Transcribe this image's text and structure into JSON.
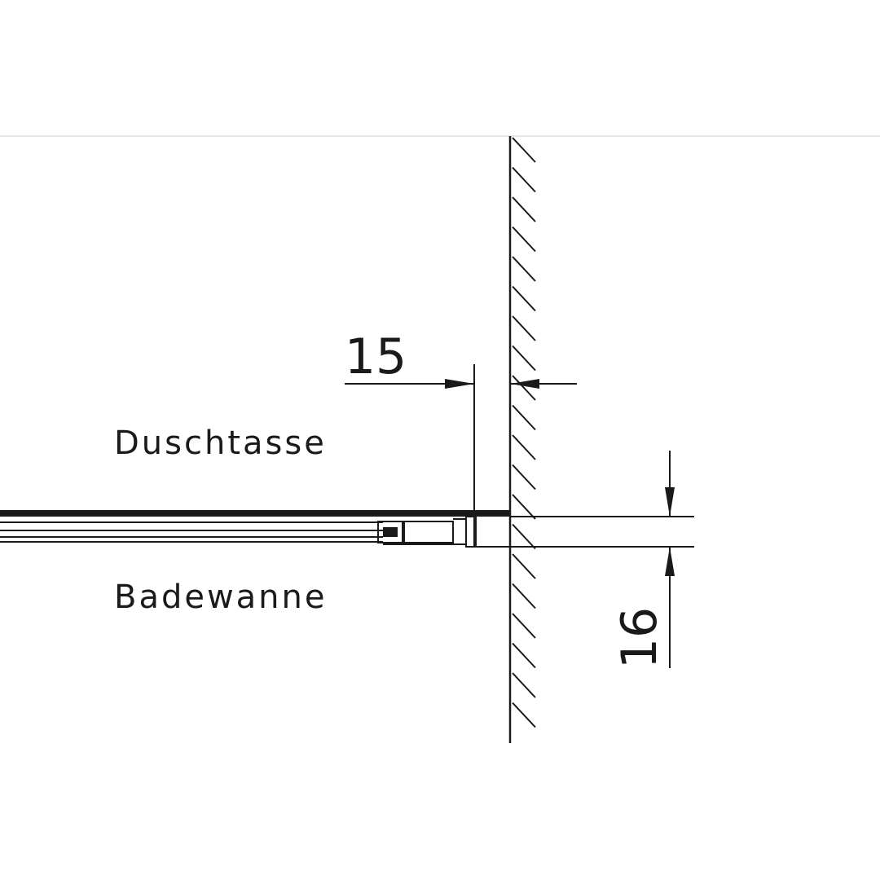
{
  "labels": {
    "upper": "Duschtasse",
    "lower": "Badewanne"
  },
  "dimensions": {
    "horizontal": "15",
    "vertical": "16"
  },
  "colors": {
    "ink": "#1a1a1a",
    "background": "#ffffff",
    "divider": "#e6e6e6"
  }
}
